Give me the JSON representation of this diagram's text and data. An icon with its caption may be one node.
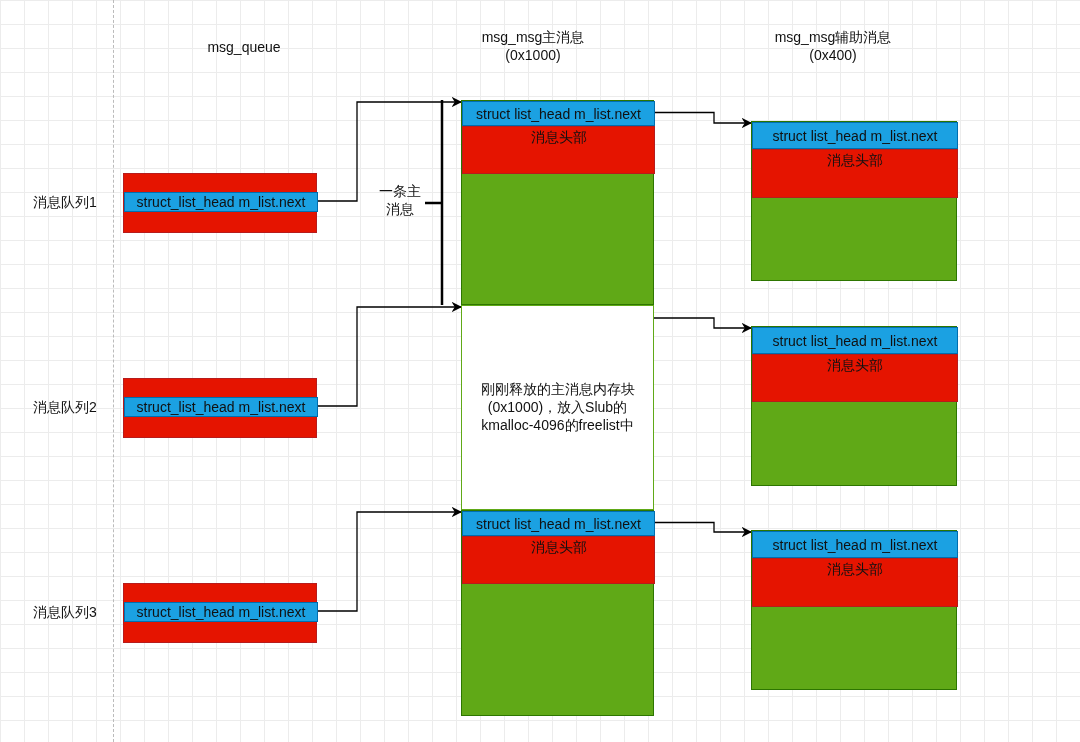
{
  "diagram": {
    "nodes": [
      {
        "text": [],
        "shape": "box",
        "beside": [
          "消息队列1"
        ]
      },
      {
        "text": [
          "struct_list_head m_list.next"
        ],
        "in": 0
      },
      {
        "text": [],
        "shape": "box",
        "beside": [
          "消息队列2"
        ]
      },
      {
        "text": [
          "struct_list_head m_list.next"
        ],
        "in": 2
      },
      {
        "text": [],
        "shape": "box",
        "beside": [
          "消息队列3"
        ]
      },
      {
        "text": [
          "struct_list_head m_list.next"
        ],
        "in": 4
      },
      {
        "text": [],
        "shape": "box"
      },
      {
        "text": [
          "struct list_head m_list.next"
        ],
        "in": 6
      },
      {
        "text": [
          "消息头部"
        ],
        "in": 6
      },
      {
        "text": [
          "刚刚释放的主消息内存块(0x1000)，放入Slub的kmalloc-4096的freelist中"
        ]
      },
      {
        "text": [],
        "shape": "box"
      },
      {
        "text": [
          "struct list_head m_list.next"
        ],
        "in": 10
      },
      {
        "text": [
          "消息头部"
        ],
        "in": 10
      },
      {
        "text": [],
        "shape": "box"
      },
      {
        "text": [
          "struct list_head m_list.next"
        ],
        "in": 13
      },
      {
        "text": [
          "消息头部"
        ],
        "in": 13
      },
      {
        "text": [],
        "shape": "box"
      },
      {
        "text": [
          "struct list_head m_list.next"
        ],
        "in": 16
      },
      {
        "text": [
          "消息头部"
        ],
        "in": 16
      },
      {
        "text": [],
        "shape": "box"
      },
      {
        "text": [
          "struct list_head m_list.next"
        ],
        "in": 19
      },
      {
        "text": [
          "消息头部"
        ],
        "in": 19
      }
    ],
    "edges": [
      {
        "from": 1,
        "to": 6,
        "arrow": "to"
      },
      {
        "from": 3,
        "to": 9,
        "arrow": "to"
      },
      {
        "from": 5,
        "to": 10,
        "arrow": "to"
      },
      {
        "from": 7,
        "to": 14,
        "arrow": "to"
      },
      {
        "from": 9,
        "to": 17,
        "arrow": "to"
      },
      {
        "from": 11,
        "to": 20,
        "arrow": "to"
      }
    ],
    "labels": [
      "msg_queue",
      "msg_msg主消息 (0x1000)",
      "msg_msg辅助消息 (0x400)",
      "一条主消息"
    ]
  }
}
